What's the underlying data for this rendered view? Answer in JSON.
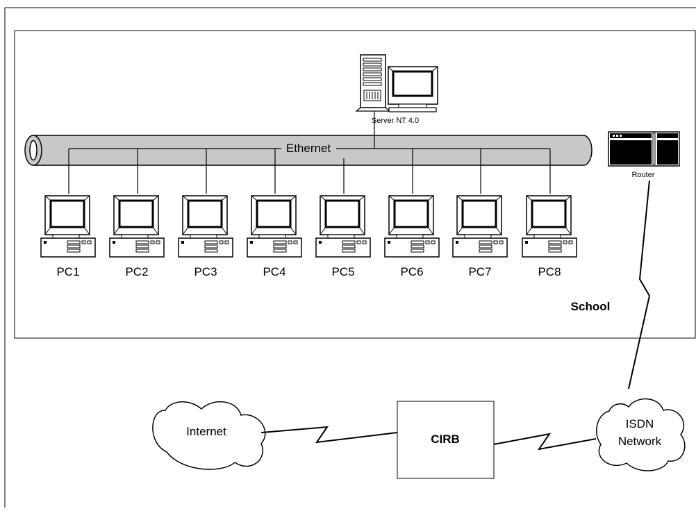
{
  "diagram": {
    "server_label": "Server NT 4.0",
    "bus_label": "Ethernet",
    "router_label": "Router",
    "school_label": "School",
    "pcs": [
      {
        "label": "PC1"
      },
      {
        "label": "PC2"
      },
      {
        "label": "PC3"
      },
      {
        "label": "PC4"
      },
      {
        "label": "PC5"
      },
      {
        "label": "PC6"
      },
      {
        "label": "PC7"
      },
      {
        "label": "PC8"
      }
    ],
    "internet_label": "Internet",
    "cirb_label": "CIRB",
    "isdn_label_line1": "ISDN",
    "isdn_label_line2": "Network"
  }
}
